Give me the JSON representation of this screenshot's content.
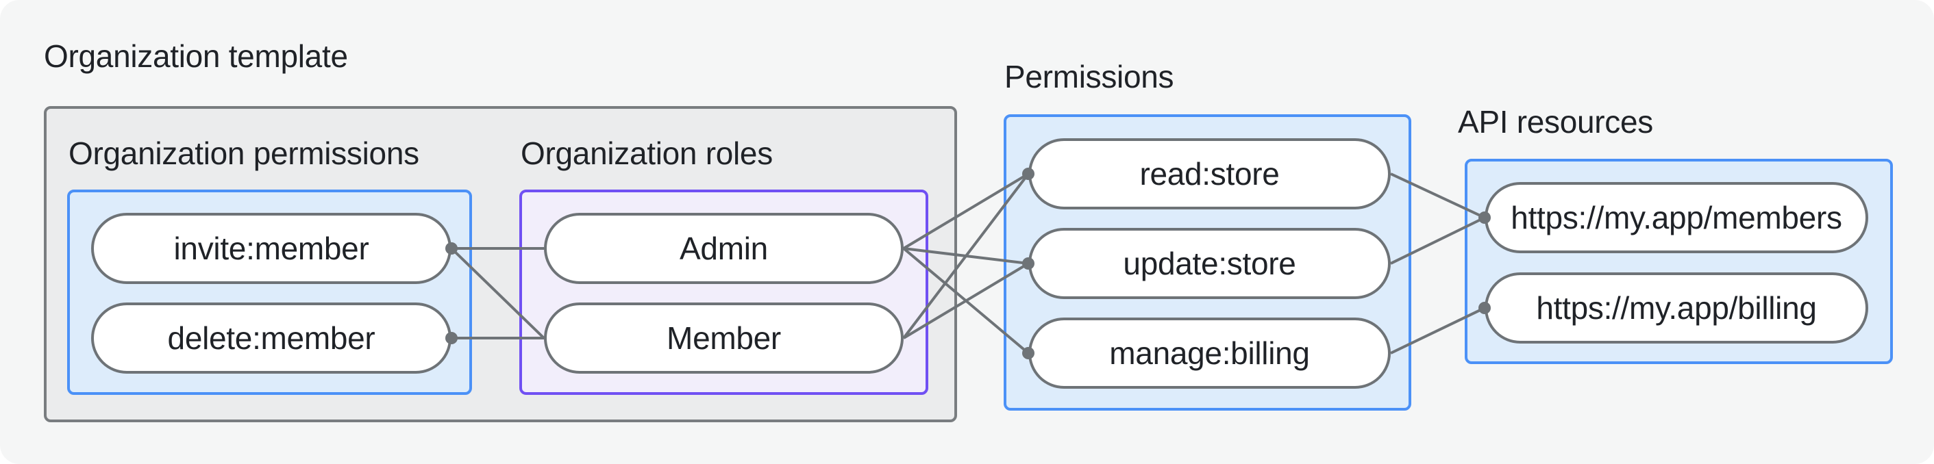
{
  "title": "Organization template",
  "colors": {
    "page_bg": "#f5f6f6",
    "outside_bg": "#ffffff",
    "text": "#1f2227",
    "gray_fill": "#ebeced",
    "gray_border": "#797d80",
    "blue_fill": "#ddecfb",
    "blue_border": "#4b91f7",
    "purple_fill": "#f2eefb",
    "purple_border": "#7050f3",
    "pill_fill": "#ffffff",
    "pill_border": "#6e7377",
    "line": "#6e7377"
  },
  "groups": [
    {
      "id": "org-permissions",
      "label": "Organization permissions",
      "style": "blue",
      "nodes": [
        {
          "id": "invite-member",
          "label": "invite:member",
          "dot": "right"
        },
        {
          "id": "delete-member",
          "label": "delete:member",
          "dot": "right"
        }
      ]
    },
    {
      "id": "org-roles",
      "label": "Organization roles",
      "style": "purple",
      "nodes": [
        {
          "id": "admin",
          "label": "Admin",
          "dot": null
        },
        {
          "id": "member",
          "label": "Member",
          "dot": null
        }
      ]
    },
    {
      "id": "permissions",
      "label": "Permissions",
      "style": "blue",
      "nodes": [
        {
          "id": "read-store",
          "label": "read:store",
          "dot": "left"
        },
        {
          "id": "update-store",
          "label": "update:store",
          "dot": "left"
        },
        {
          "id": "manage-billing",
          "label": "manage:billing",
          "dot": "left"
        }
      ]
    },
    {
      "id": "api-resources",
      "label": "API resources",
      "style": "blue",
      "nodes": [
        {
          "id": "members-url",
          "label": "https://my.app/members",
          "dot": "left"
        },
        {
          "id": "billing-url",
          "label": "https://my.app/billing",
          "dot": "left"
        }
      ]
    }
  ],
  "connections": [
    {
      "from": "invite-member",
      "to": "admin"
    },
    {
      "from": "invite-member",
      "to": "member"
    },
    {
      "from": "delete-member",
      "to": "member"
    },
    {
      "from": "admin",
      "to": "read-store"
    },
    {
      "from": "admin",
      "to": "update-store"
    },
    {
      "from": "admin",
      "to": "manage-billing"
    },
    {
      "from": "member",
      "to": "read-store"
    },
    {
      "from": "member",
      "to": "update-store"
    },
    {
      "from": "read-store",
      "to": "members-url"
    },
    {
      "from": "update-store",
      "to": "members-url"
    },
    {
      "from": "manage-billing",
      "to": "billing-url"
    }
  ]
}
